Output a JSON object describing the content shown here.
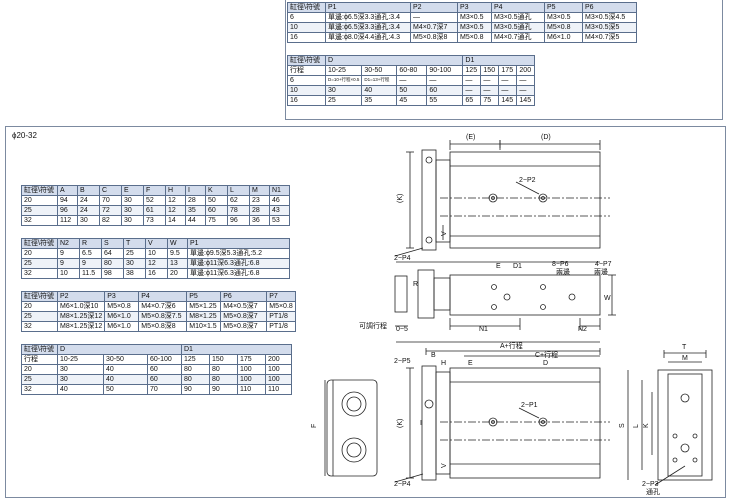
{
  "series_label": "ϕ20-32",
  "top_table_ports": {
    "header": [
      "缸徑\\符號",
      "P1",
      "P2",
      "P3",
      "P4",
      "P5",
      "P6"
    ],
    "rows": [
      [
        "6",
        "單邊:ϕ6.5深3.3通孔:3.4",
        "—",
        "M3×0.5",
        "M3×0.5通孔",
        "M3×0.5",
        "M3×0.5深4.5"
      ],
      [
        "10",
        "單邊:ϕ6.5深3.3通孔:3.4",
        "M4×0.7深7",
        "M3×0.5",
        "M3×0.5通孔",
        "M5×0.8",
        "M3×0.5深5"
      ],
      [
        "16",
        "單邊:ϕ8.0深4.4通孔:4.3",
        "M5×0.8深8",
        "M5×0.8",
        "M4×0.7通孔",
        "M6×1.0",
        "M4×0.7深5"
      ]
    ]
  },
  "top_table_stroke": {
    "header1": [
      "缸徑\\符號",
      "D",
      "D1"
    ],
    "header2": [
      "行程",
      "10-25",
      "30-50",
      "60-80",
      "90-100",
      "125",
      "150",
      "175",
      "200"
    ],
    "rows": [
      [
        "6",
        "D=10+行程×0.5",
        "D1=13+行程",
        "—",
        "—",
        "—",
        "—",
        "—",
        "—"
      ],
      [
        "10",
        "30",
        "40",
        "50",
        "60",
        "—",
        "—",
        "—",
        "—"
      ],
      [
        "16",
        "25",
        "35",
        "45",
        "55",
        "65",
        "75",
        "145",
        "145"
      ]
    ]
  },
  "dims_table_1": {
    "header": [
      "缸徑\\符號",
      "A",
      "B",
      "C",
      "E",
      "F",
      "H",
      "I",
      "K",
      "L",
      "M",
      "N1"
    ],
    "rows": [
      [
        "20",
        "94",
        "24",
        "70",
        "30",
        "52",
        "12",
        "28",
        "50",
        "62",
        "23",
        "46"
      ],
      [
        "25",
        "96",
        "24",
        "72",
        "30",
        "61",
        "12",
        "35",
        "60",
        "78",
        "28",
        "43"
      ],
      [
        "32",
        "112",
        "30",
        "82",
        "30",
        "73",
        "14",
        "44",
        "75",
        "96",
        "36",
        "53"
      ]
    ]
  },
  "dims_table_2": {
    "header": [
      "缸徑\\符號",
      "N2",
      "R",
      "S",
      "T",
      "V",
      "W",
      "P1"
    ],
    "rows": [
      [
        "20",
        "9",
        "6.5",
        "64",
        "25",
        "10",
        "9.5",
        "單邊:ϕ9.5深5.3通孔:5.2"
      ],
      [
        "25",
        "9",
        "9",
        "80",
        "30",
        "12",
        "13",
        "單邊:ϕ11深6.3通孔:6.8"
      ],
      [
        "32",
        "10",
        "11.5",
        "98",
        "38",
        "16",
        "20",
        "單邊:ϕ11深6.3通孔:6.8"
      ]
    ]
  },
  "dims_table_3": {
    "header": [
      "缸徑\\符號",
      "P2",
      "P3",
      "P4",
      "P5",
      "P6",
      "P7"
    ],
    "rows": [
      [
        "20",
        "M6×1.0深10",
        "M5×0.8",
        "M4×0.7深6",
        "M5×1.25",
        "M4×0.5深7",
        "M5×0.8"
      ],
      [
        "25",
        "M8×1.25深12",
        "M6×1.0",
        "M5×0.8深7.5",
        "M8×1.25",
        "M5×0.8深7",
        "PT1/8"
      ],
      [
        "32",
        "M8×1.25深12",
        "M6×1.0",
        "M5×0.8深8",
        "M10×1.5",
        "M5×0.8深7",
        "PT1/8"
      ]
    ]
  },
  "dims_table_4": {
    "header1": [
      "缸徑\\符號",
      "D",
      "D1"
    ],
    "header2": [
      "行程",
      "10-25",
      "30-50",
      "60-100",
      "125",
      "150",
      "175",
      "200"
    ],
    "rows": [
      [
        "20",
        "30",
        "40",
        "60",
        "80",
        "80",
        "100",
        "100"
      ],
      [
        "25",
        "30",
        "40",
        "60",
        "80",
        "80",
        "100",
        "100"
      ],
      [
        "32",
        "40",
        "50",
        "70",
        "90",
        "90",
        "110",
        "110"
      ]
    ]
  },
  "drawing_labels": {
    "e_paren": "(E)",
    "d_paren": "(D)",
    "k_paren": "(K)",
    "p2": "2−P2",
    "p4": "2−P4",
    "v": "V",
    "e": "E",
    "d1": "D1",
    "p6": "8−P6",
    "p6_note": "兩邊",
    "p7": "4−P7",
    "p7_note": "兩邊",
    "r": "R",
    "w": "W",
    "adjust": "可調行程",
    "adjust_range": "0−5",
    "n1": "N1",
    "n2": "N2",
    "a_stroke": "A+行程",
    "b": "B",
    "c_stroke": "C+行程",
    "p5": "2−P5",
    "h": "H",
    "d": "D",
    "p1": "2−P1",
    "i": "I",
    "f": "F",
    "t": "T",
    "m": "M",
    "s": "S",
    "l": "L",
    "k": "K",
    "p3": "2−P3",
    "p3_note": "通孔"
  }
}
